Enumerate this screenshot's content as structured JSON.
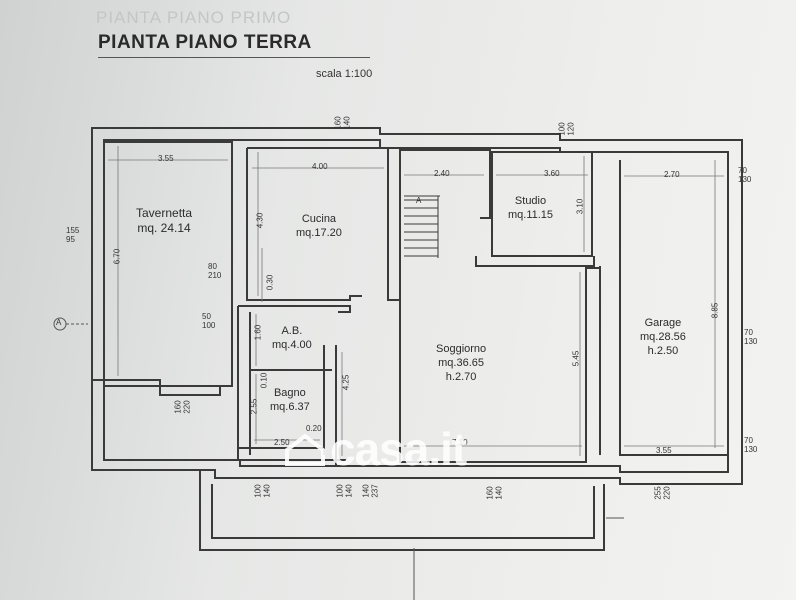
{
  "header": {
    "ghost_title": "PIANTA PIANO PRIMO",
    "title": "PIANTA PIANO TERRA",
    "scale": "scala 1:100"
  },
  "rooms": {
    "tavernetta": {
      "name": "Tavernetta",
      "area": "mq. 24.14",
      "width": "3.55",
      "depth": "6.70"
    },
    "cucina": {
      "name": "Cucina",
      "area": "mq.17.20",
      "width": "4.00",
      "depth": "4.30"
    },
    "studio": {
      "name": "Studio",
      "area": "mq.11.15",
      "width": "3.60",
      "depth": "3.10"
    },
    "garage": {
      "name": "Garage",
      "area": "mq.28.56",
      "height": "h.2.50",
      "width_top": "2.70",
      "width_bottom": "3.55",
      "depth": "8.85"
    },
    "ab": {
      "name": "A.B.",
      "area": "mq.4.00",
      "dim": "1.60"
    },
    "bagno": {
      "name": "Bagno",
      "area": "mq.6.37",
      "width": "2.50",
      "depth": "2.55"
    },
    "soggiorno": {
      "name": "Soggiorno",
      "area": "mq.36.65",
      "height": "h.2.70",
      "width": "7.10",
      "depth": "5.45"
    }
  },
  "dimensions": {
    "stair_width": "2.40",
    "corridor_a": "0.30",
    "corridor_b": "0.10",
    "corridor_c": "0.20",
    "corridor_depth": "4.25",
    "win_left": "155\n95",
    "win_door": "80\n210",
    "win_ab": "50\n100",
    "win_top1": "160\n140",
    "win_top2": "100\n120",
    "win_garage1": "70\n130",
    "win_garage2": "70\n130",
    "win_garage3": "70\n130",
    "win_bottom_tav": "160\n220",
    "win_bottom_bagno": "100\n140",
    "win_bottom_entry1": "100\n140",
    "win_bottom_entry2": "140\n237",
    "win_bottom_sogg": "160\n140",
    "win_bottom_garage": "255\n220"
  },
  "markers": {
    "section_a": "A",
    "stair_a": "A"
  },
  "watermark": "casa.it",
  "colors": {
    "wall": "#3a3a3a",
    "line": "#4a4a4a",
    "text": "#2b2b2b"
  }
}
